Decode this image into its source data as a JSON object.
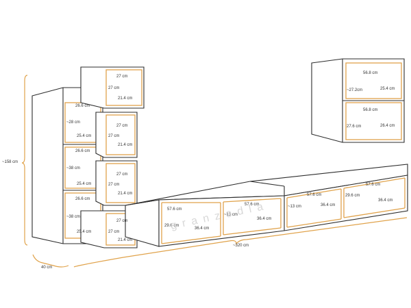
{
  "overall": {
    "height": "~158 cm",
    "depth": "40 cm",
    "width": "~320 cm"
  },
  "tall_cabinet": {
    "w1": "26.6 cm",
    "h1": "~28 cm",
    "d1": "25.4 cm",
    "w2": "26.6 cm",
    "h2": "~38 cm",
    "d2": "25.4 cm",
    "w3": "26.6 cm",
    "h3": "~38 cm",
    "d3": "25.4 cm"
  },
  "cubes": {
    "w": "27 cm",
    "h": "27 cm",
    "d": "21.4 cm"
  },
  "wall_cabinet": {
    "w1": "56.8 cm",
    "h1": "~27.2cm",
    "d1": "25.4 cm",
    "w2": "56.8 cm",
    "h2": "27.6 cm",
    "d2": "26.4 cm"
  },
  "tv_unit": {
    "w": "57.6 cm",
    "h": "29.6 cm",
    "d": "36.4 cm",
    "h_alt": "~13 cm"
  },
  "colors": {
    "outline": "#2b2b2b",
    "accent": "#e0a24a"
  }
}
